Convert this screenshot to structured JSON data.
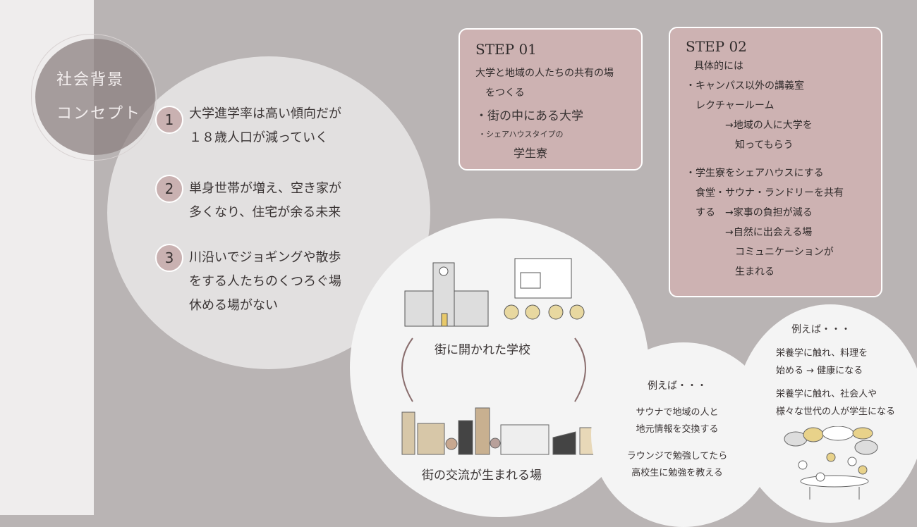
{
  "title": {
    "line1": "社会背景",
    "line2": "コンセプト"
  },
  "points": [
    {
      "num": "1",
      "lines": [
        "大学進学率は高い傾向だが",
        "１８歳人口が減っていく"
      ]
    },
    {
      "num": "2",
      "lines": [
        "単身世帯が増え、空き家が",
        "多くなり、住宅が余る未来"
      ]
    },
    {
      "num": "3",
      "lines": [
        "川沿いでジョギングや散歩",
        "をする人たちのくつろぐ場",
        "休める場がない"
      ]
    }
  ],
  "step1": {
    "title": "STEP 01",
    "l1": "大学と地域の人たちの共有の場",
    "l2": "をつくる",
    "l3": "・街の中にある大学",
    "l4": "・シェアハウスタイプの",
    "l5": "学生寮"
  },
  "step2": {
    "title": "STEP 02",
    "lines": [
      "具体的には",
      "・キャンパス以外の講義室",
      "　レクチャールーム",
      "　　　　→地域の人に大学を",
      "　　　　　知ってもらう",
      "・学生寮をシェアハウスにする",
      "　食堂・サウナ・ランドリーを共有",
      "　する　→家事の負担が減る",
      "　　　　→自然に出会える場",
      "　　　　　コミュニケーションが",
      "　　　　　生まれる"
    ]
  },
  "center": {
    "top_caption": "街に開かれた学校",
    "bottom_caption": "街の交流が生まれる場"
  },
  "example1": {
    "head": "例えば・・・",
    "lines": [
      "サウナで地域の人と",
      "地元情報を交換する",
      "ラウンジで勉強してたら",
      "高校生に勉強を教える"
    ]
  },
  "example2": {
    "head": "例えば・・・",
    "lines": [
      "栄養学に触れ、料理を",
      "始める → 健康になる",
      "栄養学に触れ、社会人や",
      "様々な世代の人が学生になる"
    ]
  }
}
